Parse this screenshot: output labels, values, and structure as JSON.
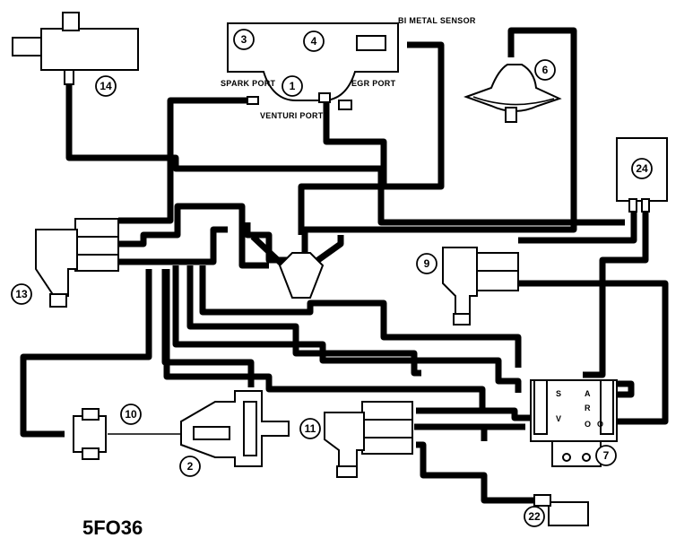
{
  "labels": {
    "spark_port": "SPARK PORT",
    "egr_port": "EGR PORT",
    "venturi_port": "VENTURI PORT",
    "bimetal_sensor": "BI METAL SENSOR",
    "figure_code": "5FO36"
  },
  "callouts": [
    "1",
    "2",
    "3",
    "4",
    "6",
    "7",
    "9",
    "10",
    "11",
    "13",
    "14",
    "22",
    "24"
  ],
  "valve_letters": [
    "S",
    "A",
    "R",
    "O",
    "V",
    "O"
  ]
}
